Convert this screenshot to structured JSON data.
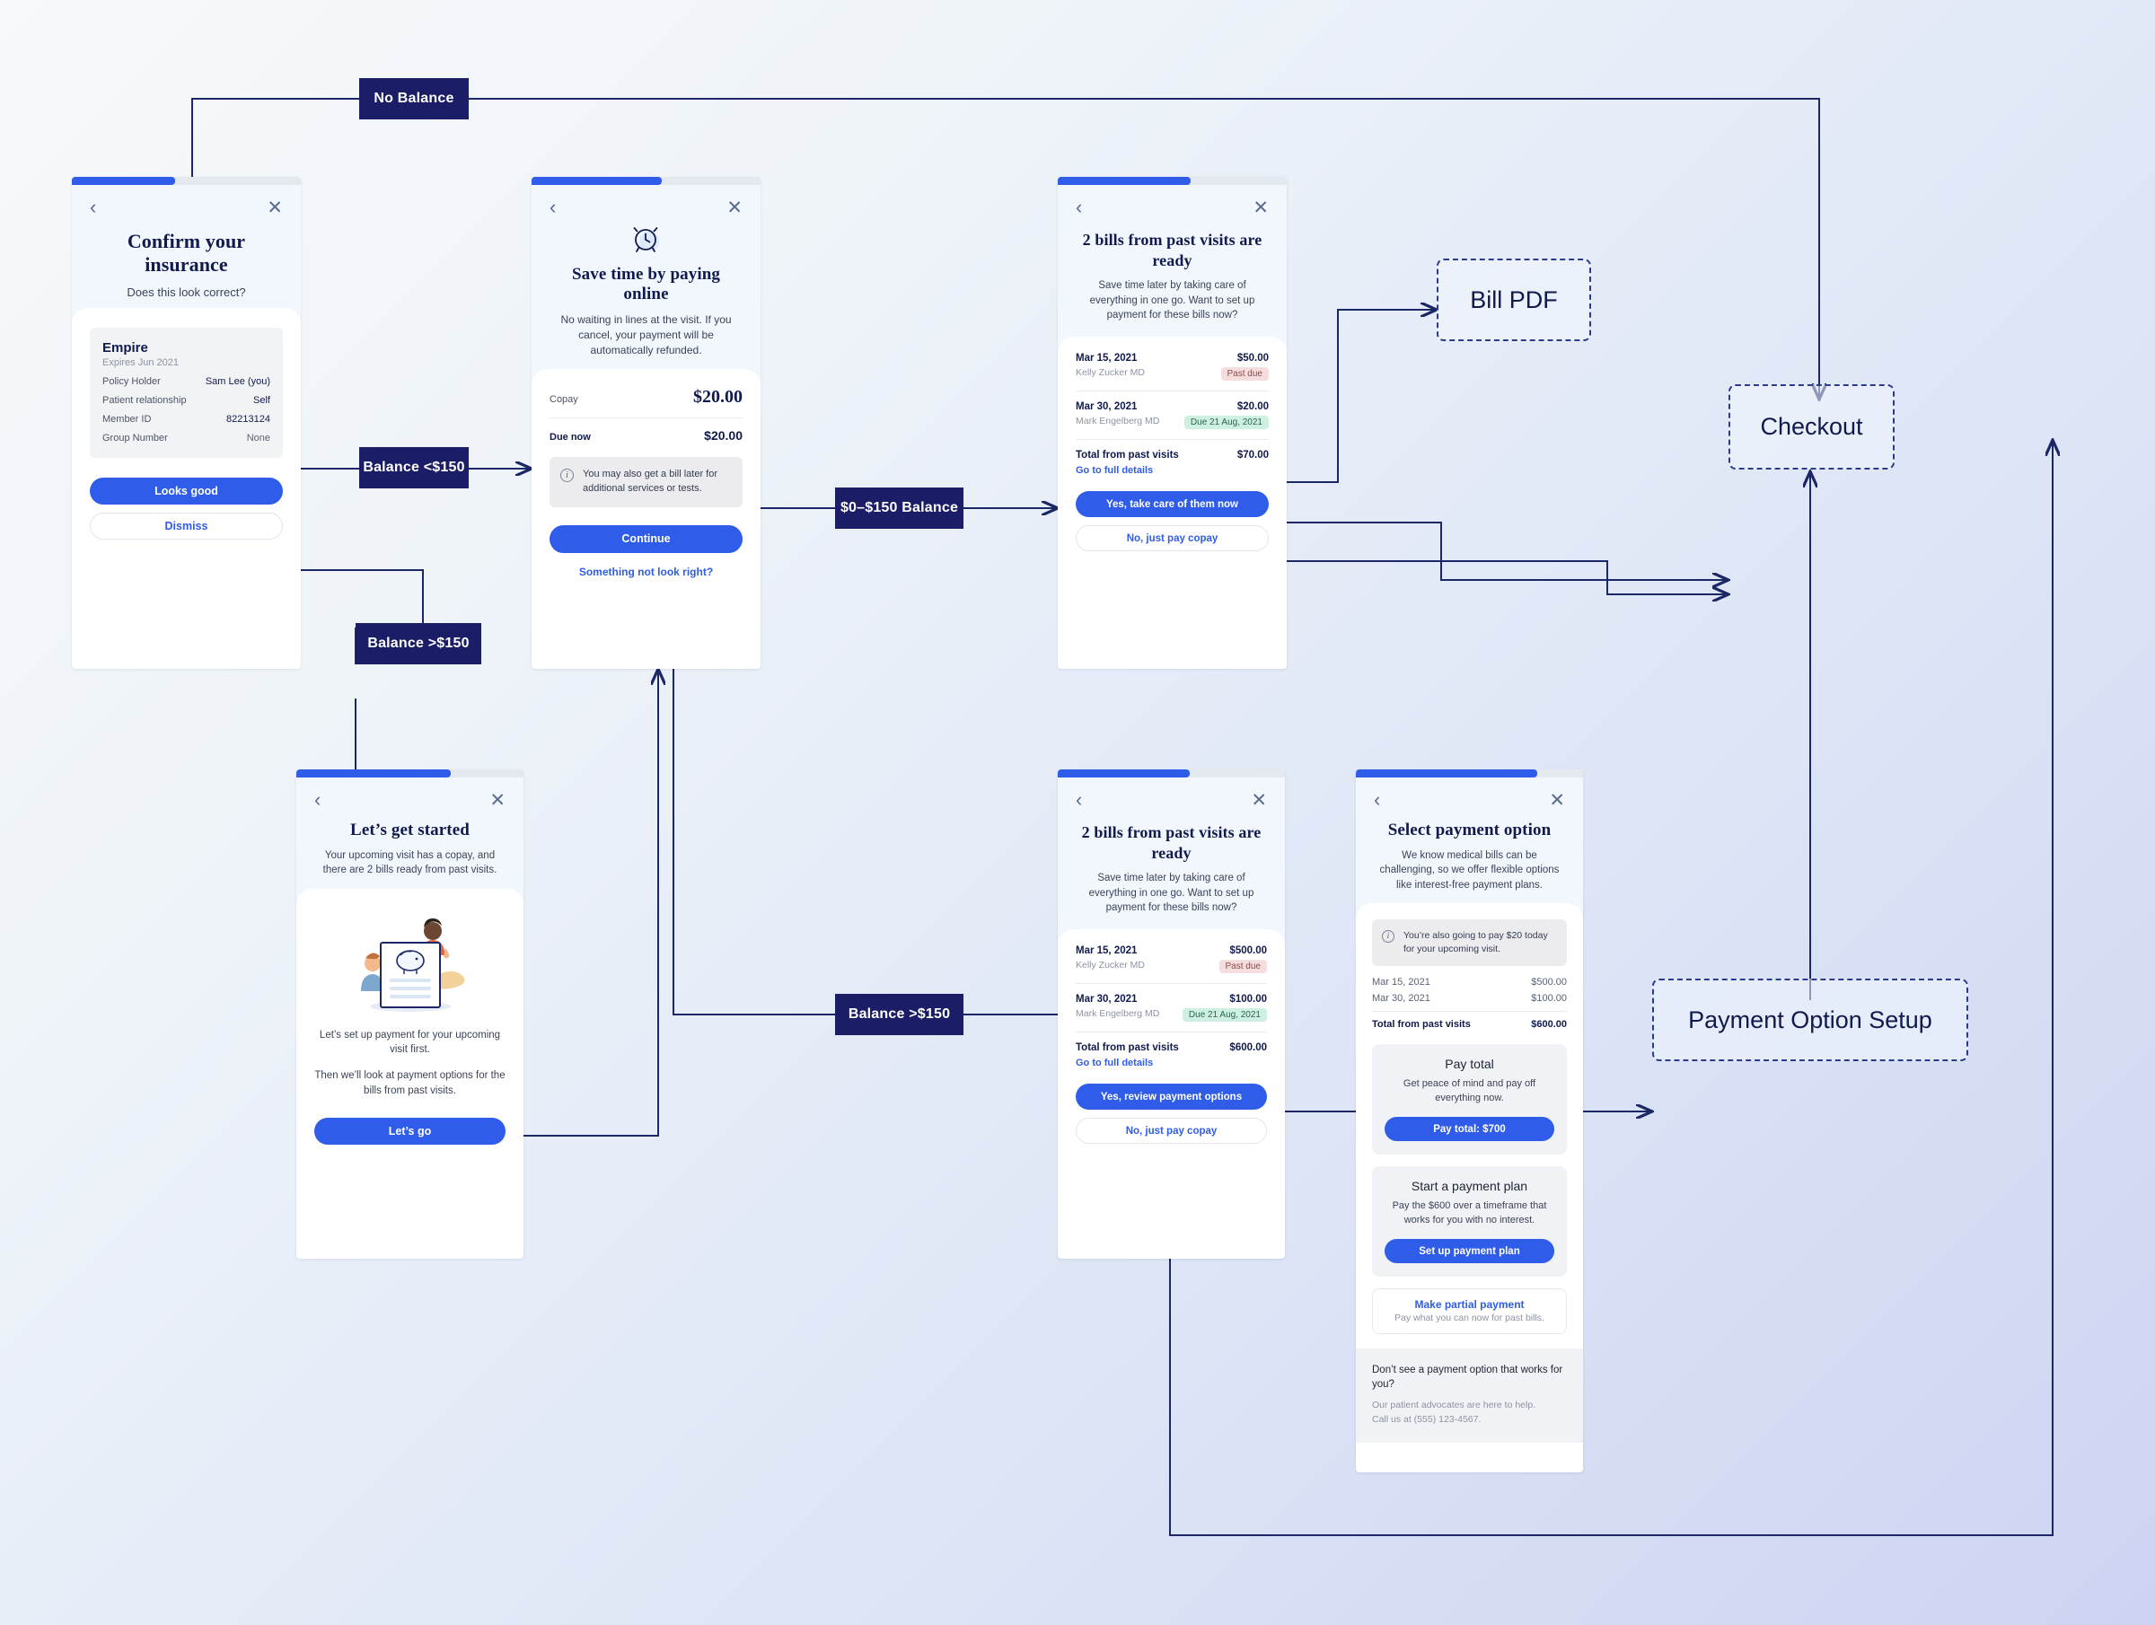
{
  "flow": {
    "labels": [
      {
        "id": "no-balance",
        "text": "No Balance"
      },
      {
        "id": "balance-lt",
        "text": "Balance <$150"
      },
      {
        "id": "balance-gt-1",
        "text": "Balance >$150"
      },
      {
        "id": "range-0-150",
        "text": "$0–$150 Balance"
      },
      {
        "id": "balance-gt-2",
        "text": "Balance >$150"
      }
    ],
    "endpoints": [
      {
        "id": "bill-pdf",
        "text": "Bill PDF"
      },
      {
        "id": "checkout",
        "text": "Checkout"
      },
      {
        "id": "pay-setup",
        "text": "Payment Option Setup"
      }
    ],
    "colors": {
      "label_bg": "#1b1e66",
      "connector": "#1b2766",
      "accent": "#2f5ce8",
      "heading": "#101a4d"
    }
  },
  "screens": {
    "insurance": {
      "progress": "45%",
      "back_icon": "chevron-left-icon",
      "close_icon": "close-icon",
      "title": "Confirm your insurance",
      "subtitle": "Does this look correct?",
      "card": {
        "name": "Empire",
        "expires": "Expires Jun 2021",
        "rows": [
          {
            "key": "Policy Holder",
            "value": "Sam Lee (you)"
          },
          {
            "key": "Patient relationship",
            "value": "Self"
          },
          {
            "key": "Member ID",
            "value": "82213124"
          },
          {
            "key": "Group Number",
            "value": "None"
          }
        ]
      },
      "primary": "Looks good",
      "secondary": "Dismiss"
    },
    "savetime": {
      "progress": "55%",
      "icon": "alarm-clock-icon",
      "title": "Save time by paying online",
      "subtitle": "No waiting in lines at the visit. If you cancel, your payment will be automatically refunded.",
      "copay_label": "Copay",
      "copay_value": "$20.00",
      "due_label": "Due now",
      "due_value": "$20.00",
      "info": "You may also get a bill later for additional services or tests.",
      "primary": "Continue",
      "link": "Something not look right?"
    },
    "bills_small": {
      "progress": "60%",
      "title": "2 bills from past visits are ready",
      "subtitle": "Save time later by taking care of everything in one go. Want to set up payment for these bills now?",
      "bills": [
        {
          "date": "Mar 15, 2021",
          "doctor": "Kelly Zucker MD",
          "amount": "$50.00",
          "badge": "Past due",
          "badge_type": "pastdue"
        },
        {
          "date": "Mar 30, 2021",
          "doctor": "Mark Engelberg MD",
          "amount": "$20.00",
          "badge": "Due 21 Aug, 2021",
          "badge_type": "duedate"
        }
      ],
      "total_label": "Total from past visits",
      "total_value": "$70.00",
      "details_link": "Go to full details",
      "primary": "Yes, take care of them now",
      "secondary": "No, just pay copay"
    },
    "getstarted": {
      "progress": "75%",
      "title": "Let’s get started",
      "subtitle": "Your upcoming visit has a copay, and there are 2 bills ready from past visits.",
      "illustration": "piggy-bank-clipboard-illustration",
      "body1": "Let’s set up payment for your upcoming visit first.",
      "body2": "Then we’ll look at payment options for the bills from past visits.",
      "primary": "Let’s go"
    },
    "bills_large": {
      "progress": "60%",
      "title": "2 bills from past visits are ready",
      "subtitle": "Save time later by taking care of everything in one go. Want to set up payment for these bills now?",
      "bills": [
        {
          "date": "Mar 15, 2021",
          "doctor": "Kelly Zucker MD",
          "amount": "$500.00",
          "badge": "Past due",
          "badge_type": "pastdue"
        },
        {
          "date": "Mar 30, 2021",
          "doctor": "Mark Engelberg MD",
          "amount": "$100.00",
          "badge": "Due 21 Aug, 2021",
          "badge_type": "duedate"
        }
      ],
      "total_label": "Total from past visits",
      "total_value": "$600.00",
      "details_link": "Go to full details",
      "primary": "Yes, review payment options",
      "secondary": "No, just pay copay"
    },
    "payoption": {
      "progress": "82%",
      "title": "Select payment option",
      "subtitle": "We know medical bills can be challenging, so we offer flexible options like interest-free payment plans.",
      "info": "You’re also going to pay $20 today for your upcoming visit.",
      "lines": [
        {
          "date": "Mar 15, 2021",
          "amount": "$500.00"
        },
        {
          "date": "Mar 30, 2021",
          "amount": "$100.00"
        }
      ],
      "total_label": "Total from past visits",
      "total_value": "$600.00",
      "paytotal": {
        "title": "Pay total",
        "desc": "Get peace of mind and pay off everything now.",
        "button": "Pay total: $700"
      },
      "plan": {
        "title": "Start a payment plan",
        "desc": "Pay the $600 over a timeframe that works for you with no interest.",
        "button": "Set up payment plan"
      },
      "partial": {
        "title": "Make partial payment",
        "desc": "Pay what you can now for past bills."
      },
      "footer": {
        "question": "Don’t see a payment option that works for you?",
        "line1": "Our patient advocates are here to help.",
        "line2": "Call us at (555) 123-4567."
      }
    }
  }
}
